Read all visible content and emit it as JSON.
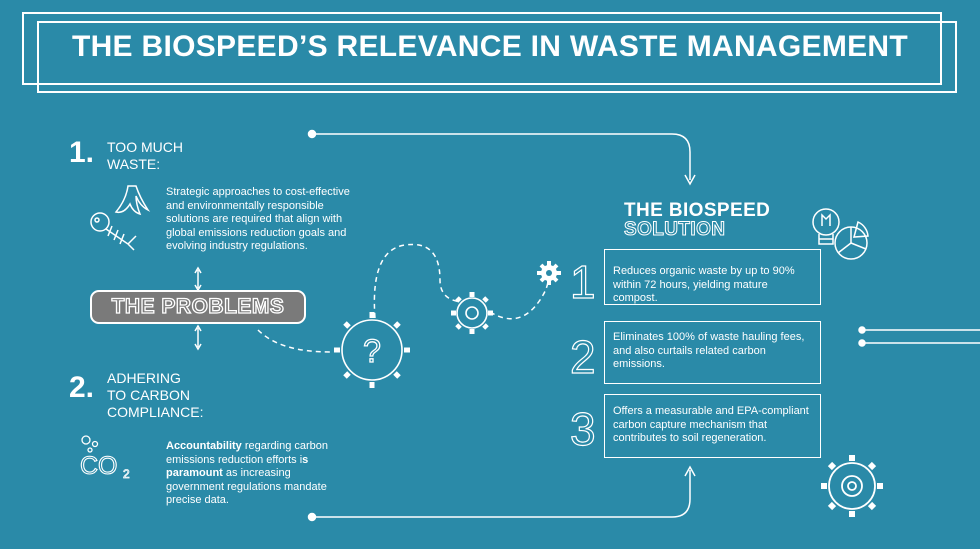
{
  "title": "THE BIOSPEED’S RELEVANCE IN WASTE MANAGEMENT",
  "problem1": {
    "number": "1.",
    "heading_line1": "TOO MUCH",
    "heading_line2": "WASTE:",
    "description": "Strategic approaches to cost-effective and environmentally responsible solutions are required that align with global emissions reduction goals and evolving industry regulations."
  },
  "problems_label": "THE PROBLEMS",
  "problem2": {
    "number": "2.",
    "heading_line1": "ADHERING",
    "heading_line2": "TO CARBON",
    "heading_line3": "COMPLIANCE:",
    "desc_bold1": "Accountability",
    "desc_text1": " regarding carbon emissions reduction efforts i",
    "desc_text1b": "s",
    "desc_bold2": "paramount",
    "desc_text2": " as increasing government regulations mandate precise data."
  },
  "co2_label": "CO",
  "co2_sub": "2",
  "solution": {
    "title_line1": "THE BIOSPEED",
    "title_line2": "SOLUTION",
    "items": [
      {
        "number": "1",
        "text": "Reduces organic waste by up to 90% within 72 hours, yielding mature compost."
      },
      {
        "number": "2",
        "text": "Eliminates 100% of waste hauling fees, and also curtails related carbon emissions."
      },
      {
        "number": "3",
        "text": "Offers a measurable and EPA-compliant carbon capture mechanism that contributes to soil regeneration."
      }
    ]
  },
  "question_mark": "?",
  "icons": [
    "banana-peel-icon",
    "fish-bone-icon",
    "co2-icon",
    "lightbulb-icon",
    "pie-chart-icon",
    "gear-icon",
    "question-gear-icon"
  ]
}
